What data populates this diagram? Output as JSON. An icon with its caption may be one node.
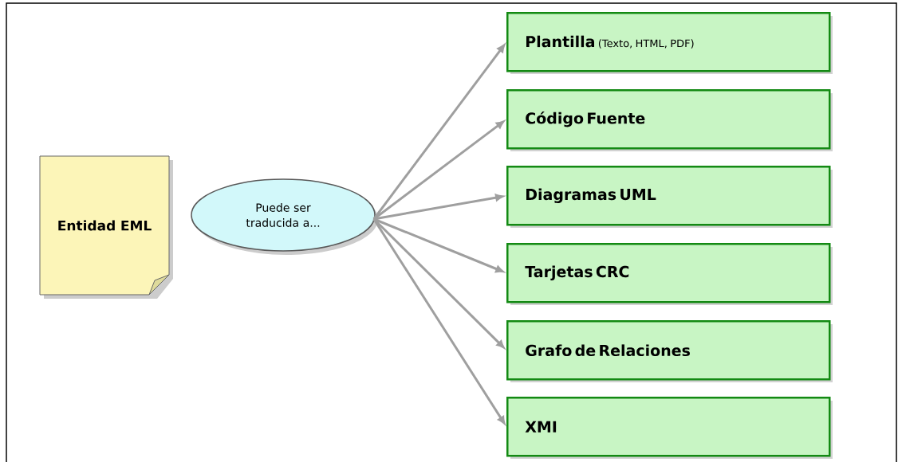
{
  "diagram": {
    "nodes": [
      {
        "text": [
          "Entidad EML"
        ]
      },
      {
        "text": [
          "Puede ser traducida a..."
        ]
      },
      {
        "text": [
          "Plantilla",
          "(Texto, HTML, PDF)"
        ]
      },
      {
        "text": [
          "Código Fuente"
        ]
      },
      {
        "text": [
          "Diagramas UML"
        ]
      },
      {
        "text": [
          "Tarjetas CRC"
        ]
      },
      {
        "text": [
          "Grafo de Relaciones"
        ]
      },
      {
        "text": [
          "XMI"
        ]
      }
    ],
    "edges": [
      {
        "from": 1,
        "to": 2,
        "arrow": "to"
      },
      {
        "from": 1,
        "to": 3,
        "arrow": "to"
      },
      {
        "from": 1,
        "to": 4,
        "arrow": "to"
      },
      {
        "from": 1,
        "to": 5,
        "arrow": "to"
      },
      {
        "from": 1,
        "to": 6,
        "arrow": "to"
      },
      {
        "from": 1,
        "to": 7,
        "arrow": "to"
      }
    ]
  }
}
